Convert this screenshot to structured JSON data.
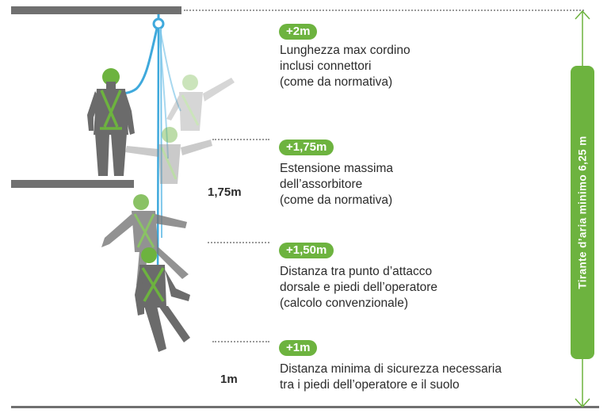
{
  "steps": [
    {
      "badge": "+2m",
      "lines": [
        "Lunghezza max cordino",
        "inclusi connettori",
        "(come da normativa)"
      ]
    },
    {
      "badge": "+1,75m",
      "lines": [
        "Estensione massima",
        "dell’assorbitore",
        "(come da normativa)"
      ]
    },
    {
      "badge": "+1,50m",
      "lines": [
        "Distanza tra punto d’attacco",
        "dorsale e piedi dell’operatore",
        "(calcolo convenzionale)"
      ]
    },
    {
      "badge": "+1m",
      "lines": [
        "Distanza minima di sicurezza necessaria",
        "tra i piedi dell’operatore e il suolo"
      ]
    }
  ],
  "measures": {
    "upper": "1,75m",
    "lower": "1m"
  },
  "total_label": "Tirante d’aria minimo 6,25 m",
  "colors": {
    "accent": "#6db33f",
    "figure": "#6b6b6b",
    "rope": "#3fa9dc",
    "structure": "#707070"
  },
  "icons": [
    "anchor-ring-icon",
    "worker-figure-icon",
    "falling-figure-icon",
    "double-arrow-icon"
  ]
}
